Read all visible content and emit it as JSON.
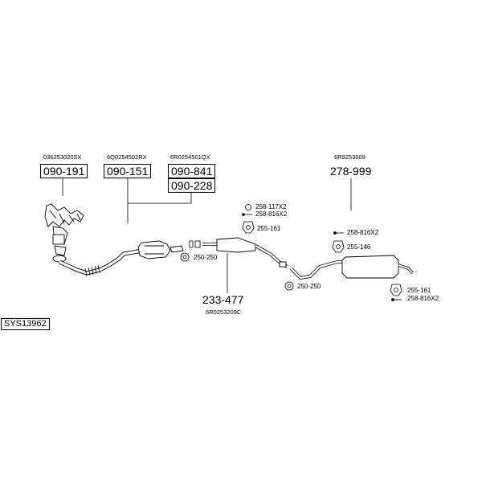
{
  "part_numbers": {
    "p1": "036253020SX",
    "p2": "6Q0254502RX",
    "p3": "6R0254501QX",
    "p4": "6R9253609",
    "p5": "6R0253209C"
  },
  "components": {
    "c1": "090-191",
    "c2": "090-151",
    "c3": "090-841",
    "c4": "090-228",
    "c5": "278-999",
    "c6": "233-477"
  },
  "fittings": {
    "f1": "250-250",
    "f2": "258-117X2",
    "f3": "258-816X2",
    "f4": "255-161",
    "f5": "250-250",
    "f6": "258-816X2",
    "f7": "255-146",
    "f8": "255-161",
    "f9": "258-816X2"
  },
  "system_code": "SYS13962"
}
